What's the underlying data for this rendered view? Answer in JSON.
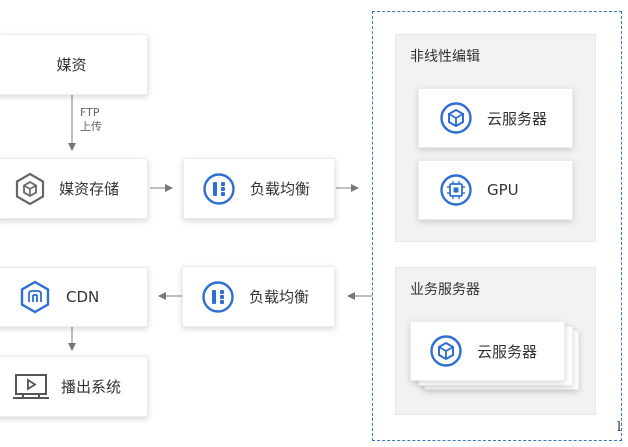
{
  "nodes": {
    "media": "媒资",
    "media_storage": "媒资存储",
    "lb_top": "负载均衡",
    "lb_bottom": "负载均衡",
    "cdn": "CDN",
    "playout": "播出系统"
  },
  "ftp_label": [
    "FTP",
    "上传"
  ],
  "nonlinear_panel": {
    "title": "非线性编辑",
    "items": [
      "云服务器",
      "GPU"
    ]
  },
  "business_panel": {
    "title": "业务服务器",
    "items": [
      "云服务器"
    ]
  },
  "edge_mark": "l",
  "icons": [
    "cube-hexagon-icon",
    "load-balancer-icon",
    "cloud-server-icon",
    "gpu-chip-icon",
    "cdn-icon",
    "monitor-play-icon"
  ],
  "accent_color": "#2f6fd1",
  "icon_gray": "#666666"
}
